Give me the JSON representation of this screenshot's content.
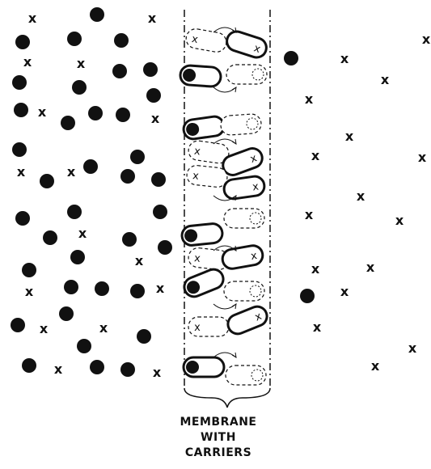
{
  "caption": {
    "line1": "MEMBRANE",
    "line2": "WITH",
    "line3": "CARRIERS"
  },
  "legend_symbols": {
    "solid_particle": "●",
    "x_particle": "x"
  },
  "colors": {
    "ink": "#111111",
    "background": "#ffffff"
  }
}
